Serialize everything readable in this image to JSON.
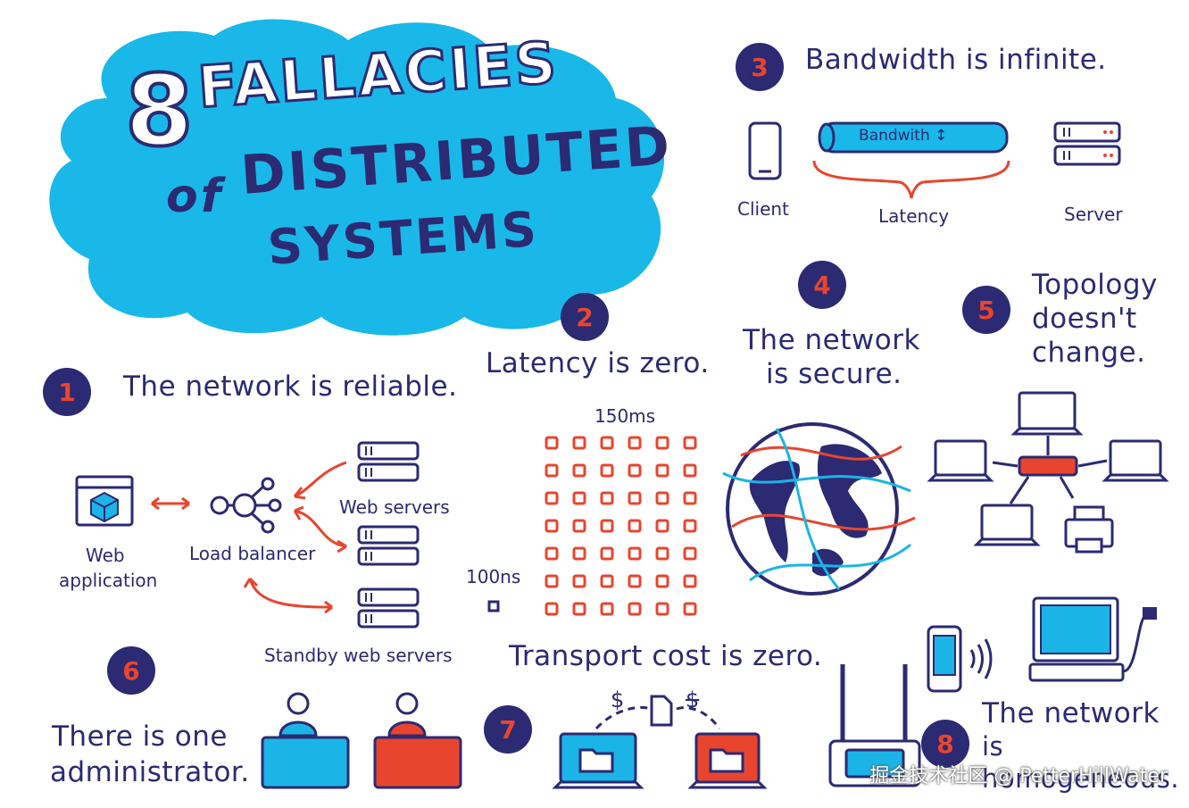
{
  "title": {
    "line1_num": "8",
    "line1": "FALLACIES",
    "line2_pre": "of",
    "line2": "DISTRIBUTED",
    "line3": "SYSTEMS"
  },
  "fallacies": [
    {
      "num": "1",
      "text": "The network is reliable."
    },
    {
      "num": "2",
      "text": "Latency is zero."
    },
    {
      "num": "3",
      "text": "Bandwidth is infinite."
    },
    {
      "num": "4",
      "line1": "The network",
      "line2": "is secure."
    },
    {
      "num": "5",
      "line1": "Topology",
      "line2": "doesn't",
      "line3": "change."
    },
    {
      "num": "6",
      "line1": "There is one",
      "line2": "administrator."
    },
    {
      "num": "7",
      "text": "Transport cost is zero."
    },
    {
      "num": "8",
      "line1": "The network",
      "line2": "is homogeneous."
    }
  ],
  "reliable": {
    "web_app_line1": "Web",
    "web_app_line2": "application",
    "load_balancer": "Load balancer",
    "web_servers": "Web servers",
    "standby": "Standby web servers"
  },
  "latency": {
    "top_label": "150ms",
    "left_label": "100ns"
  },
  "bandwidth": {
    "pipe_label": "Bandwith ↕",
    "client": "Client",
    "latency": "Latency",
    "server": "Server"
  },
  "transport": {
    "dollar": "$",
    "dollar_crossed": "$"
  },
  "watermark": "掘金技术社区 @ PetterHillWater",
  "colors": {
    "navy": "#2b2a73",
    "cyan": "#1bb4e6",
    "red": "#e8452f",
    "cloud": "#19b8e8"
  }
}
